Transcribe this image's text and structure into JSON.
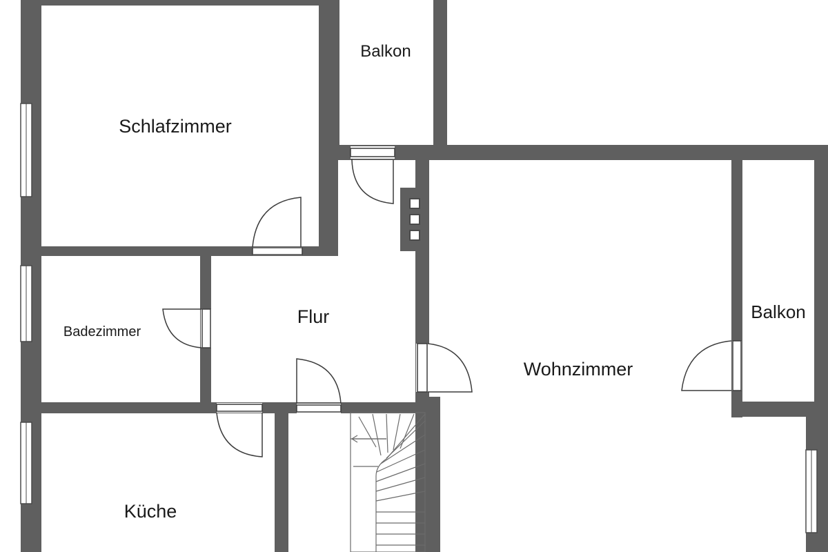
{
  "plan": {
    "rooms": {
      "balkon_top": "Balkon",
      "schlafzimmer": "Schlafzimmer",
      "badezimmer": "Badezimmer",
      "flur": "Flur",
      "wohnzimmer": "Wohnzimmer",
      "balkon_right": "Balkon",
      "kueche": "Küche"
    },
    "colors": {
      "wall": "#5f5f5f",
      "background": "#ffffff"
    }
  }
}
